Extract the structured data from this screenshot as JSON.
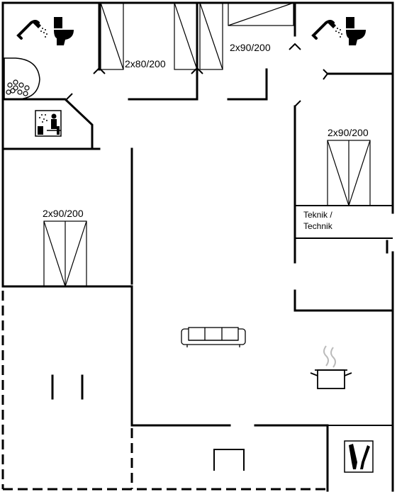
{
  "bed_labels": {
    "bed_top_left": "2x80/200",
    "bed_top_right": "2x90/200",
    "bed_right": "2x90/200",
    "bed_left": "2x90/200"
  },
  "room_labels": {
    "technical_room_line1": "Teknik /",
    "technical_room_line2": "Technik"
  }
}
